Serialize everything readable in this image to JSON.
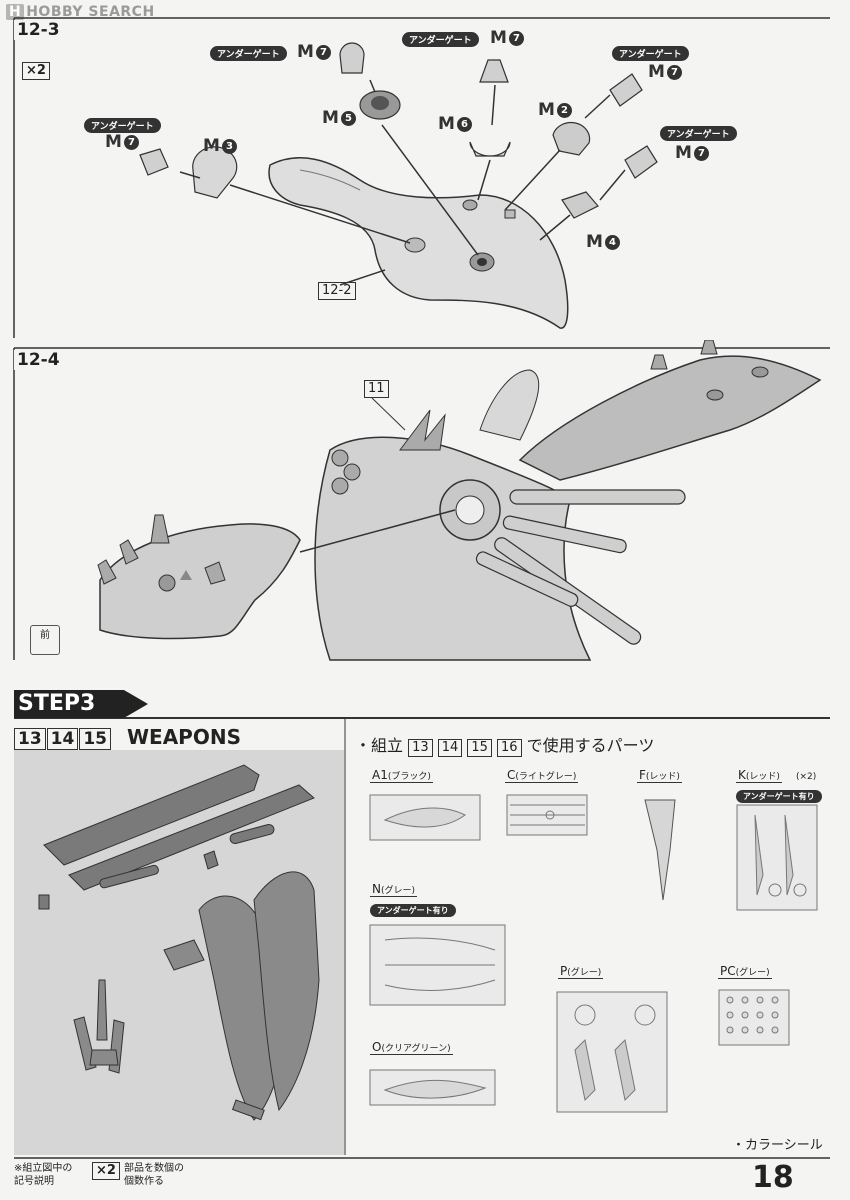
{
  "watermark": {
    "brand_short": "H",
    "brand": "HOBBY SEARCH"
  },
  "step_12_3": {
    "label": "12-3",
    "multiplier": "×2",
    "ref_label": "12-2",
    "under_gate": "アンダーゲート",
    "parts": {
      "m7": "M",
      "m5": "M",
      "m6": "M",
      "m2": "M",
      "m3": "M",
      "m4": "M"
    },
    "nums": {
      "n7": "7",
      "n5": "5",
      "n6": "6",
      "n2": "2",
      "n3": "3",
      "n4": "4"
    }
  },
  "step_12_4": {
    "label": "12-4",
    "ref_label": "11",
    "front_icon": "前"
  },
  "step3": {
    "banner": "STEP3",
    "steps": [
      "13",
      "14",
      "15"
    ],
    "title": "WEAPONS",
    "parts_heading_prefix": "・組立",
    "parts_heading_steps": [
      "13",
      "14",
      "15",
      "16"
    ],
    "parts_heading_suffix": "で使用するパーツ",
    "runners": {
      "a1": {
        "name": "A1",
        "color": "(ブラック)"
      },
      "c": {
        "name": "C",
        "color": "(ライトグレー)"
      },
      "f": {
        "name": "F",
        "color": "(レッド)"
      },
      "k": {
        "name": "K",
        "color": "(レッド)",
        "count": "(×2)",
        "gate": "アンダーゲート有り"
      },
      "n": {
        "name": "N",
        "color": "(グレー)",
        "gate": "アンダーゲート有り"
      },
      "p": {
        "name": "P",
        "color": "(グレー)"
      },
      "pc": {
        "name": "PC",
        "color": "(グレー)"
      },
      "o": {
        "name": "O",
        "color": "(クリアグリーン)"
      }
    },
    "color_seal": "・カラーシール"
  },
  "footer": {
    "note_line1": "※組立図中の",
    "note_line2": "記号説明",
    "x2": "×2",
    "desc_line1": "部品を数個の",
    "desc_line2": "個数作る",
    "page": "18"
  }
}
